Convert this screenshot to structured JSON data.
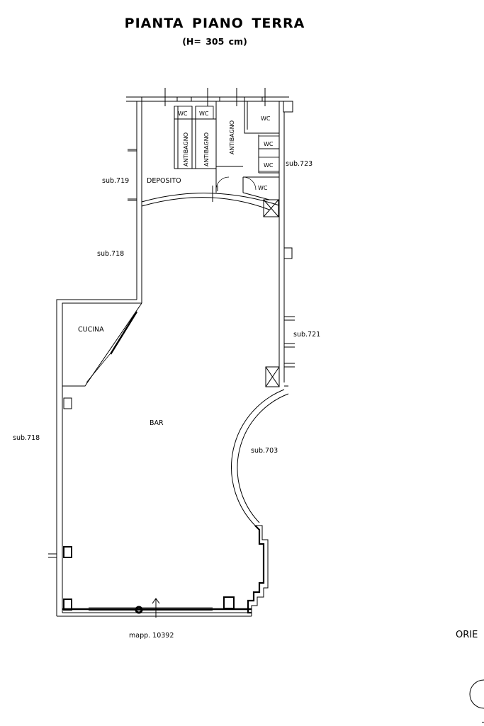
{
  "title": "PIANTA PIANO TERRA",
  "subtitle": "(H= 305 cm)",
  "rooms": {
    "wc": "WC",
    "antibagno": "ANTIBAGNO",
    "deposito": "DEPOSITO",
    "cucina": "CUCINA",
    "bar": "BAR"
  },
  "neighbors": {
    "sub719": "sub.719",
    "sub718_top": "sub.718",
    "sub718_left": "sub.718",
    "sub723": "sub.723",
    "sub721": "sub.721",
    "sub703": "sub.703"
  },
  "mapp": "mapp. 10392",
  "orientation_label": "ORIE"
}
